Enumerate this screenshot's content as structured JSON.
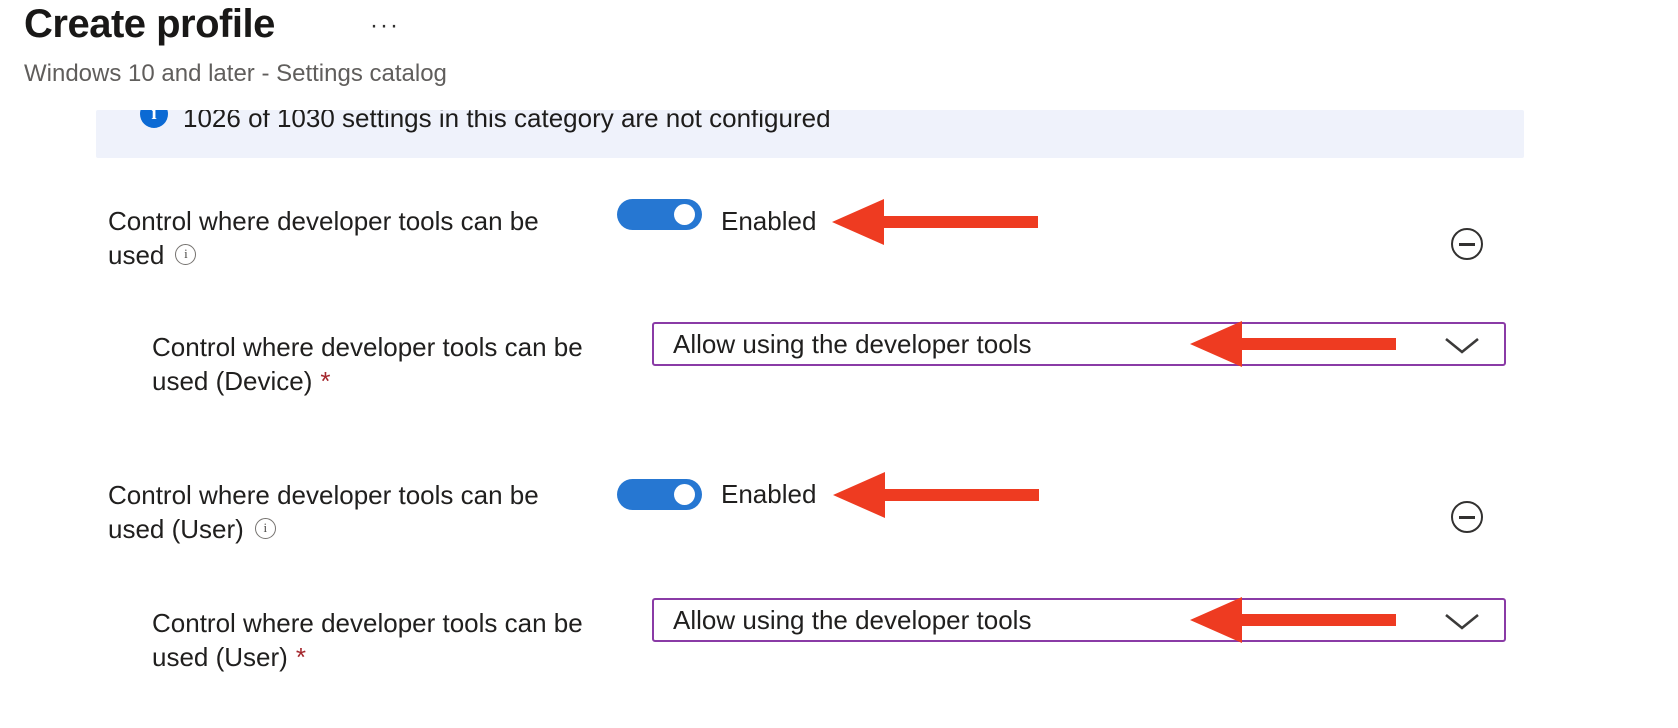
{
  "header": {
    "title": "Create profile",
    "more_label": "···",
    "subtitle": "Windows 10 and later - Settings catalog"
  },
  "banner": {
    "icon": "info-icon",
    "text": "1026 of 1030 settings in this category are not configured"
  },
  "settings": [
    {
      "type": "toggle",
      "label_line1": "Control where developer tools can be",
      "label_line2": "used",
      "has_info_icon": true,
      "state": "on",
      "value": "Enabled",
      "annotation": "red-arrow-left",
      "action_icon": "minus-circle"
    },
    {
      "type": "dropdown",
      "label_line1": "Control where developer tools can be",
      "label_line2": "used (Device)",
      "required_marker": "*",
      "value": "Allow using the developer tools",
      "annotation": "red-arrow-left"
    },
    {
      "type": "toggle",
      "label_line1": "Control where developer tools can be",
      "label_line2": "used (User)",
      "has_info_icon": true,
      "state": "on",
      "value": "Enabled",
      "annotation": "red-arrow-left",
      "action_icon": "minus-circle"
    },
    {
      "type": "dropdown",
      "label_line1": "Control where developer tools can be",
      "label_line2": "used (User)",
      "required_marker": "*",
      "value": "Allow using the developer tools",
      "annotation": "red-arrow-left"
    }
  ],
  "colors": {
    "toggle_on_blue": "#2677d2",
    "arrow_red": "#ee3b21",
    "dropdown_border_purple": "#8a3ba6",
    "required_red": "#a4262c",
    "banner_bg": "#eff2fb",
    "info_icon_blue": "#0b6ad4",
    "text_dark": "#201f1e",
    "subtitle_gray": "#605e5c"
  }
}
